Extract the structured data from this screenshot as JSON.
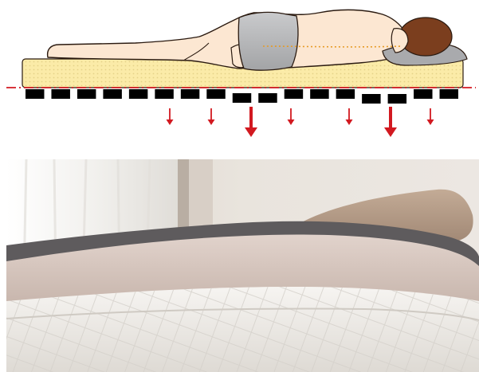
{
  "diagram": {
    "colors": {
      "mattress": "#FBEBA8",
      "mattress_dots": "#E3CF86",
      "skin": "#FCE7D2",
      "outline": "#2a1a10",
      "underwear": "#B7B8B9",
      "hair": "#7B3E1E",
      "pillow": "#A9AAAD",
      "spine_line": "#E69A25",
      "red": "#D21920",
      "slat": "#000000"
    },
    "slats": {
      "count": 17
    },
    "arrows": [
      {
        "size": "small"
      },
      {
        "size": "small"
      },
      {
        "size": "large"
      },
      {
        "size": "small"
      },
      {
        "size": "small"
      },
      {
        "size": "large"
      },
      {
        "size": "small"
      }
    ]
  },
  "photo": {
    "subject": "mattress-topper-on-bed",
    "colors": {
      "wall": "#E7E1DA",
      "curtain": "#F4F3F0",
      "pillow": "#B39A86",
      "topper_edge": "#5E5B5D",
      "topper_cover": "#D8C7BE",
      "mattress": "#F1EFEB"
    }
  }
}
